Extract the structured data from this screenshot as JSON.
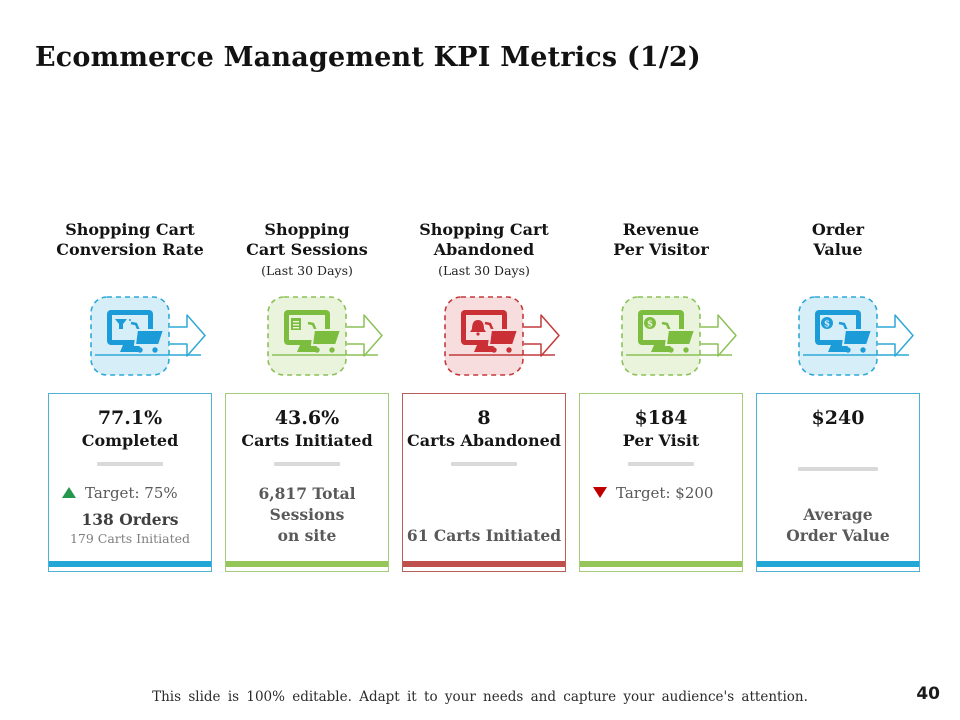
{
  "slide": {
    "title": "Ecommerce Management KPI Metrics (1/2)",
    "footer_note": "This slide is 100% editable. Adapt it to your needs and capture your audience's attention.",
    "page_number": "40"
  },
  "colors": {
    "blue_accent": "#22a7d6",
    "green_accent": "#94c65a",
    "red_accent": "#c0504d",
    "target_up_green": "#23984d",
    "target_down_red": "#c00000",
    "divider_gray": "#d9d9d9"
  },
  "kpis": [
    {
      "heading_line1": "Shopping Cart",
      "heading_line2": "Conversion Rate",
      "accent": "blue",
      "icon": "monitor-shopping-cart-icon",
      "value": "77.1%",
      "value_label": "Completed",
      "target_direction": "up",
      "target_text": "Target: 75%",
      "detail_primary": "138 Orders",
      "detail_secondary": "179 Carts Initiated"
    },
    {
      "heading_line1": "Shopping",
      "heading_line2": "Cart Sessions",
      "subheading": "(Last 30 Days)",
      "accent": "green",
      "icon": "monitor-shopping-cart-icon",
      "value": "43.6%",
      "value_label": "Carts Initiated",
      "detail_lines": [
        "6,817 Total Sessions",
        "on site"
      ]
    },
    {
      "heading_line1": "Shopping Cart",
      "heading_line2": "Abandoned",
      "subheading": "(Last 30 Days)",
      "accent": "red",
      "icon": "monitor-shopping-cart-icon",
      "value": "8",
      "value_label": "Carts Abandoned",
      "detail_lines": [
        "61 Carts Initiated"
      ]
    },
    {
      "heading_line1": "Revenue",
      "heading_line2": "Per Visitor",
      "accent": "green",
      "icon": "monitor-shopping-cart-icon",
      "value": "$184",
      "value_label": "Per Visit",
      "target_direction": "down",
      "target_text": "Target: $200"
    },
    {
      "heading_line1": "Order",
      "heading_line2": "Value",
      "accent": "blue",
      "icon": "monitor-shopping-cart-icon",
      "value": "$240",
      "detail_lines": [
        "Average",
        "Order Value"
      ]
    }
  ]
}
